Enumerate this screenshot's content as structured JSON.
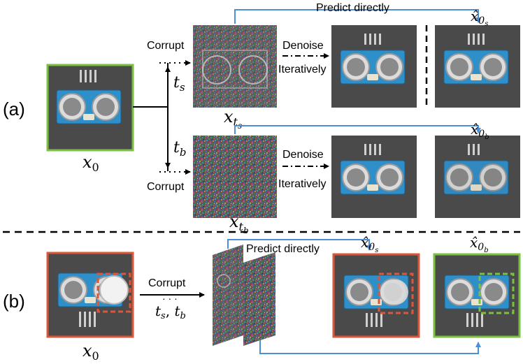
{
  "panel_a": {
    "label": "(a)",
    "x0": "x",
    "x0_sub": "0",
    "ts_var": "t",
    "ts_sub": "s",
    "tb_var": "t",
    "tb_sub": "b",
    "corrupt_top": "Corrupt",
    "corrupt_bottom": "Corrupt",
    "xts_main": "x",
    "xts_sub": "t",
    "xts_subsub": "s",
    "xtb_main": "x",
    "xtb_sub": "t",
    "xtb_subsub": "b",
    "denoise_top": "Denoise",
    "iter_top": "Iteratively",
    "denoise_bottom": "Denoise",
    "iter_bottom": "Iteratively",
    "predict_top": "Predict directly",
    "x0s_hat": "x̂",
    "x0s_sub": "0",
    "x0s_subsub": "s",
    "x0b_hat": "x̂",
    "x0b_sub": "0",
    "x0b_subsub": "b"
  },
  "panel_b": {
    "label": "(b)",
    "x0": "x",
    "x0_sub": "0",
    "corrupt": "Corrupt",
    "dots": "· · ·",
    "t_vars": "t",
    "t_sub_s": "s",
    "comma": ", ",
    "t_var2": "t",
    "t_sub_b": "b",
    "predict": "Predict directly",
    "x0s_hat": "x̂",
    "x0s_sub": "0",
    "x0s_subsub": "s",
    "x0b_hat": "x̂",
    "x0b_sub": "0",
    "x0b_subsub": "b"
  },
  "colors": {
    "green_frame": "#7bc043",
    "red_frame": "#d9583b",
    "blue_arrow": "#4d8fd6",
    "board": "#2f8fc9",
    "background_photo": "#4a4a4a"
  }
}
